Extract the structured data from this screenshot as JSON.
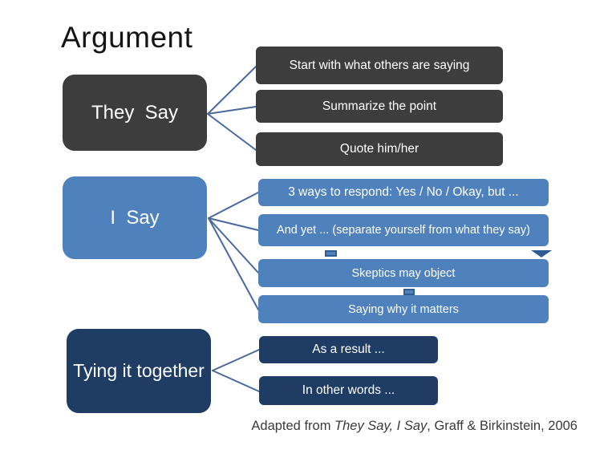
{
  "slide": {
    "title": "Argument",
    "caption": {
      "prefix": "Adapted from ",
      "italic_title": "They Say, I Say",
      "suffix": ", Graff & Birkinstein, 2006"
    }
  },
  "groups": [
    {
      "id": "they-say",
      "label": "They  Say",
      "fill": "#3d3d3d",
      "children": [
        "Start with what others are saying",
        "Summarize the point",
        "Quote him/her"
      ]
    },
    {
      "id": "i-say",
      "label": "I  Say",
      "fill": "#4f81bd",
      "children": [
        "3 ways to respond: Yes / No / Okay, but ...",
        "And yet ... (separate yourself from what they say)",
        "Skeptics may object",
        "Saying why it matters"
      ]
    },
    {
      "id": "tying-it-together",
      "label": "Tying it together",
      "fill": "#1e3c64",
      "children": [
        "As a result ...",
        "In other words ..."
      ]
    }
  ],
  "colors": {
    "connector": "#48699e",
    "marker_fill": "#4f81bd",
    "marker_border": "#2e5c92",
    "dark_node": "#3d3d3d",
    "blue_node": "#4f81bd",
    "navy_node": "#1e3c64"
  }
}
